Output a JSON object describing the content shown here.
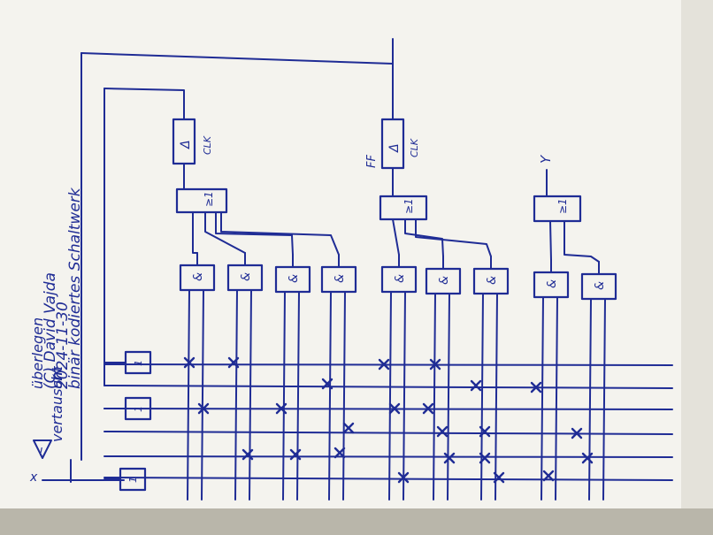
{
  "notes": {
    "copyright_line": "(C) David Vajda",
    "date_line": "2024-11-30",
    "subject_line": "binär kodiertes Schaltwerk",
    "side_note_1": "überlegen",
    "side_note_2": "um",
    "side_note_3": "vertauscht"
  },
  "diagram": {
    "warning_mark": "!",
    "input_label": "x",
    "output_label": "Y",
    "flipflop_labels": [
      "",
      "FF"
    ],
    "clk_label": "CLK",
    "delta_label": "Δ",
    "mux_label": "≥1",
    "and_label": "&",
    "not_label": "1"
  },
  "colors": {
    "ink": "#1f2c95",
    "paper": "#f4f3ee",
    "paper_shadow": "#c9c7bc",
    "background": "#8f8c80"
  }
}
